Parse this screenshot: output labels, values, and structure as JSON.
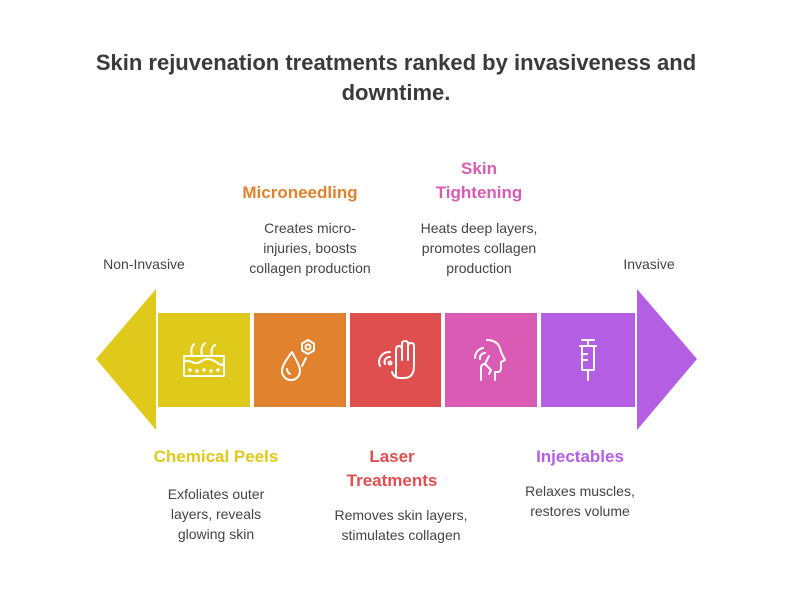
{
  "title": "Skin rejuvenation treatments ranked by invasiveness and downtime.",
  "scale": {
    "left_label": "Non-Invasive",
    "right_label": "Invasive"
  },
  "treatments": [
    {
      "name": "Chemical Peels",
      "description": "Exfoliates outer layers, reveals glowing skin",
      "color": "#DFC91A",
      "icon": "skin-layers-icon"
    },
    {
      "name": "Microneedling",
      "description": "Creates micro-injuries, boosts collagen production",
      "color": "#E0822E",
      "icon": "needle-drop-icon"
    },
    {
      "name": "Laser Treatments",
      "description": "Removes skin layers, stimulates collagen",
      "color": "#E04F50",
      "icon": "laser-hand-icon"
    },
    {
      "name": "Skin Tightening",
      "description": "Heats deep layers, promotes collagen production",
      "color": "#D95BB4",
      "icon": "face-tighten-icon"
    },
    {
      "name": "Injectables",
      "description": "Relaxes muscles, restores volume",
      "color": "#B45EE4",
      "icon": "syringe-icon"
    }
  ]
}
